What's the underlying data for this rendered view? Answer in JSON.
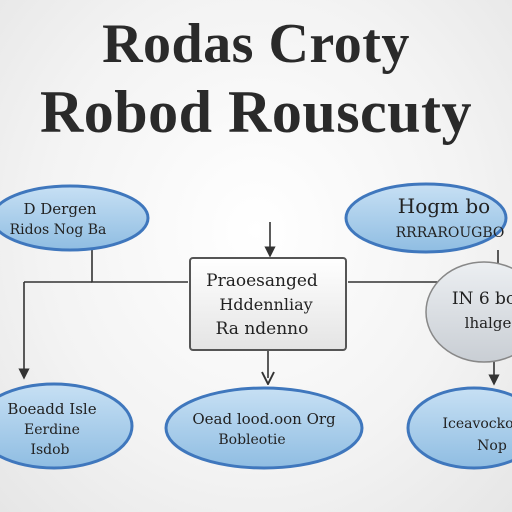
{
  "title_lines": [
    "Rodas Croty",
    "Robod Rouscuty"
  ],
  "nodes": {
    "top_left": [
      "D Dergen",
      "Ridos Nog Ba"
    ],
    "top_right": [
      "Hogm bo",
      "RRRAROUGBO"
    ],
    "center": [
      "Praoesanged",
      "Hddennliay",
      "Ra ndenno"
    ],
    "right": [
      "IN 6 bo",
      "lhalge"
    ],
    "bottom_left": [
      "Boeadd Isle",
      "Eerdine",
      "Isdob"
    ],
    "bottom_center": [
      "Oead lood.oon Org",
      "Bobleotie"
    ],
    "bottom_right": [
      "Iceavocko",
      "Nop"
    ]
  },
  "colors": {
    "oval_fill": "#a9cdea",
    "oval_border": "#3f77bd",
    "box_fill": "#eeeeee",
    "box_border": "#555555",
    "line": "#333333"
  }
}
